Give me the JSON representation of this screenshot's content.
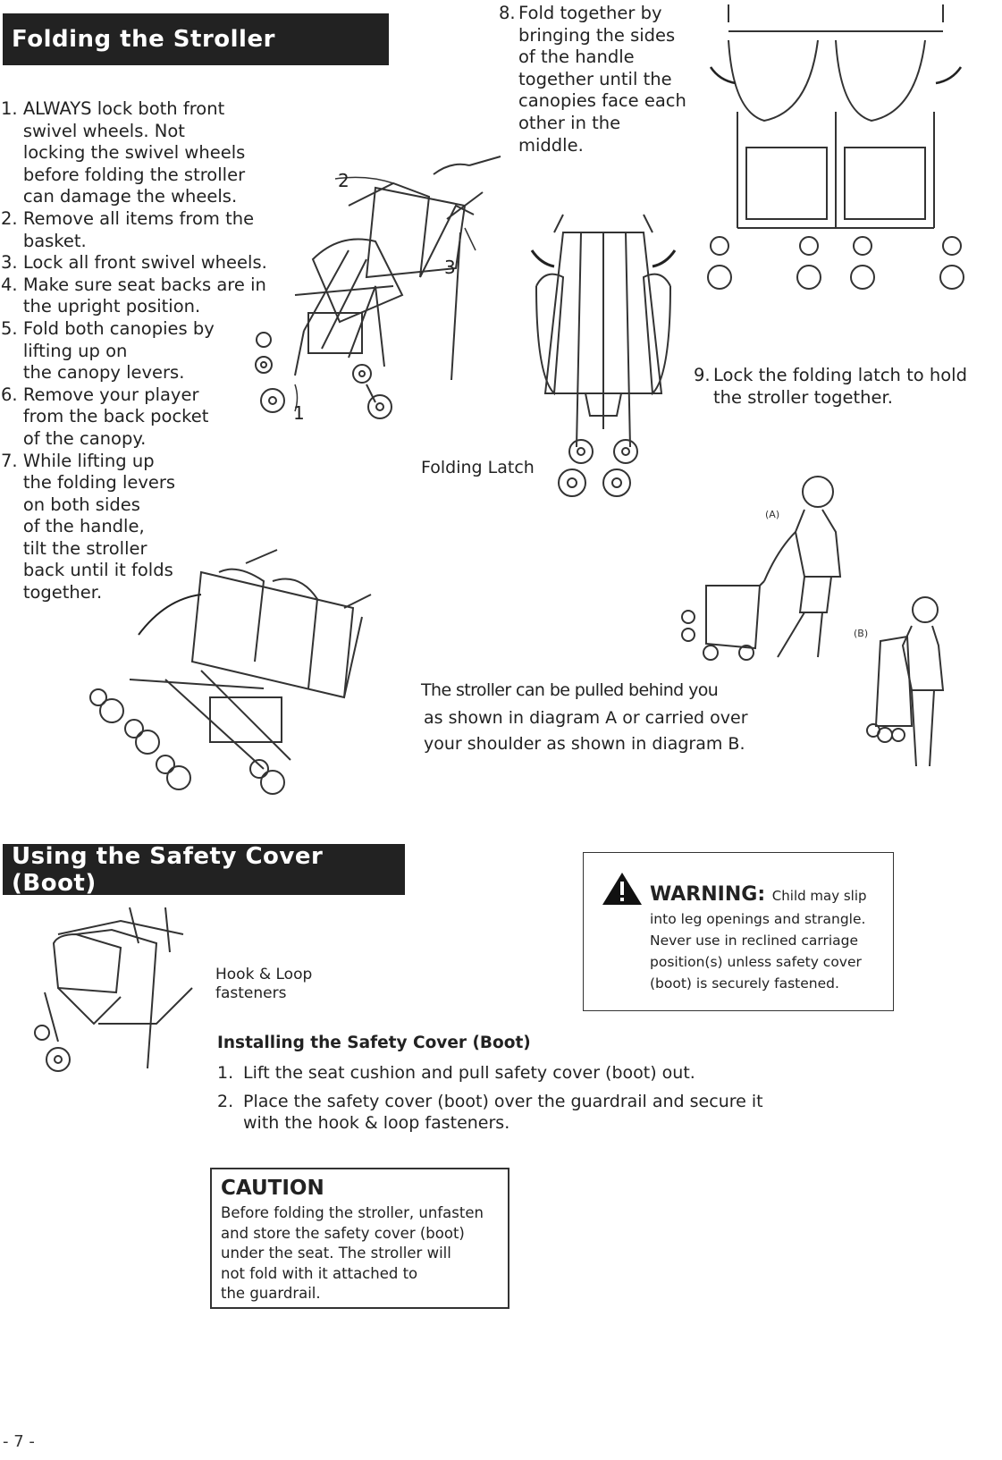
{
  "section1": {
    "title": "Folding the Stroller",
    "steps": [
      {
        "num": "1. ",
        "text": "ALWAYS lock both front\nswivel wheels. Not\nlocking the swivel wheels\nbefore folding the stroller\ncan damage the wheels."
      },
      {
        "num": "2. ",
        "text": "Remove all items from the\nbasket."
      },
      {
        "num": "3. ",
        "text": "Lock all front swivel wheels."
      },
      {
        "num": "4. ",
        "text": "Make sure seat backs are in\nthe upright position."
      },
      {
        "num": "5. ",
        "text": "Fold both canopies by\nlifting up on\nthe canopy levers."
      },
      {
        "num": "6. ",
        "text": "Remove your player\nfrom the back pocket\nof the canopy."
      },
      {
        "num": "7. ",
        "text": "While lifting up\nthe folding levers\non both sides\nof the handle,\ntilt the stroller\nback until it folds\ntogether."
      }
    ],
    "step8": {
      "num": "8.",
      "text": "Fold together by\nbringing the sides\nof the handle\ntogether until the\ncanopies face each\nother in the\nmiddle."
    },
    "step9": {
      "num": "9.",
      "text": "Lock the folding latch to hold\nthe stroller together."
    },
    "callouts": {
      "one": "1",
      "two": "2",
      "three": "3"
    },
    "folding_latch_label": "Folding Latch",
    "diagram_a_label": "(A)",
    "diagram_b_label": "(B)",
    "pull_text_line1": "The  stroller can be pulled behind you",
    "pull_text_rest": "as shown in diagram A or carried over\nyour shoulder as shown in diagram B."
  },
  "section2": {
    "title": "Using the Safety Cover (Boot)",
    "hook_label": "Hook & Loop\nfasteners",
    "install_title": "Installing the Safety Cover (Boot)",
    "install_steps": [
      {
        "num": "1.",
        "text": "Lift the seat cushion and pull safety cover (boot) out."
      },
      {
        "num": "2.",
        "text": "Place the safety cover (boot) over the guardrail and secure it\nwith the hook & loop fasteners."
      }
    ],
    "warning": {
      "icon": "warning-triangle-icon",
      "heading": "WARNING:",
      "inline": "Child may slip",
      "body": "into leg openings and strangle.\nNever use in reclined carriage\nposition(s) unless safety cover\n(boot) is securely fastened."
    },
    "caution": {
      "title": "CAUTION",
      "body": "Before folding the stroller, unfasten\nand store the safety cover (boot)\nunder the seat. The stroller will\nnot fold with it attached to\nthe guardrail."
    }
  },
  "page_number": "- 7 -"
}
